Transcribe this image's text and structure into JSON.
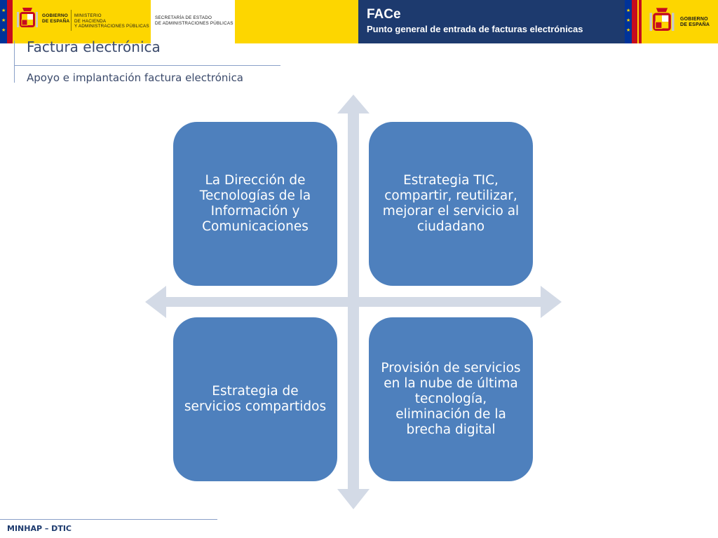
{
  "header": {
    "gobierno_line1": "GOBIERNO",
    "gobierno_line2": "DE ESPAÑA",
    "ministerio_line1": "MINISTERIO",
    "ministerio_line2": "DE HACIENDA",
    "ministerio_line3": "Y ADMINISTRACIONES PÚBLICAS",
    "secretaria_line1": "SECRETARÍA DE ESTADO",
    "secretaria_line2": "DE ADMINISTRACIONES PÚBLICAS",
    "face_title": "FACe",
    "face_subtitle": "Punto general de entrada de facturas electrónicas",
    "right_gobierno_line1": "GOBIERNO",
    "right_gobierno_line2": "DE ESPAÑA",
    "colors": {
      "yellow": "#fdd600",
      "navy": "#1d3a6e",
      "red": "#c60b1e",
      "eu_blue": "#003399"
    }
  },
  "page": {
    "title": "Factura electrónica",
    "subtitle": "Apoyo e implantación factura electrónica"
  },
  "diagram": {
    "box_color": "#4e80bd",
    "cross_color": "#d3dae6",
    "boxes": [
      {
        "text": "La Dirección de Tecnologías de la Información y Comunicaciones"
      },
      {
        "text": "Estrategia TIC, compartir, reutilizar, mejorar el servicio al ciudadano"
      },
      {
        "text": "Estrategia de servicios compartidos"
      },
      {
        "text": "Provisión de servicios en la nube de última tecnología, eliminación de la brecha digital"
      }
    ]
  },
  "footer": {
    "text": "MINHAP – DTIC"
  }
}
